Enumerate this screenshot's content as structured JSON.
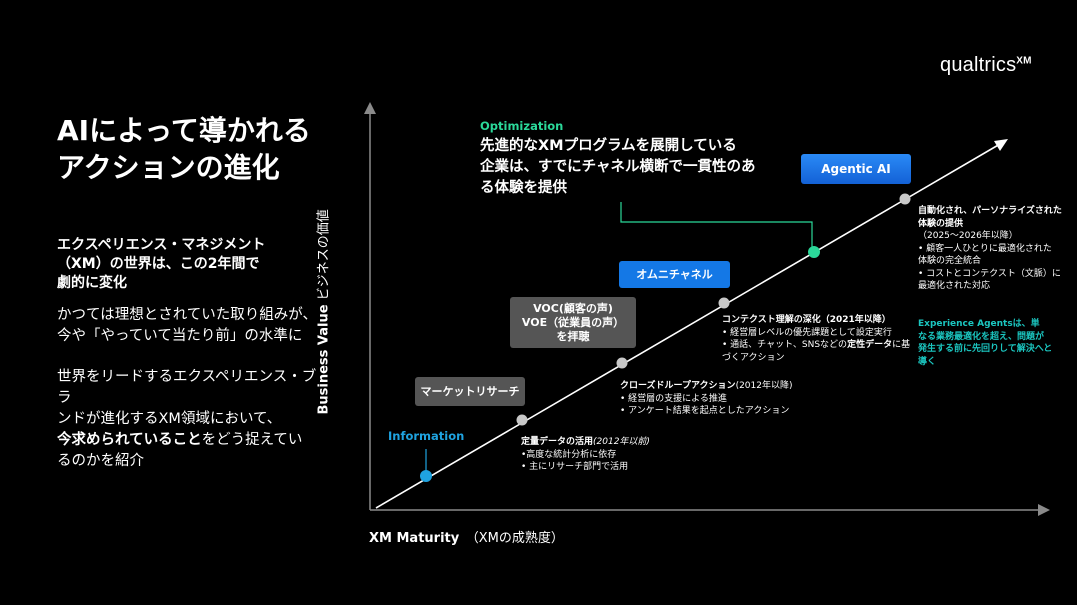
{
  "logo": {
    "text": "qualtrics",
    "sup": "XM"
  },
  "title": {
    "line1": "AIによって導かれる",
    "line2": "アクションの進化"
  },
  "subtitle": {
    "line1": "エクスペリエンス・マネジメント",
    "line2": "（XM）の世界は、この2年間で",
    "line3": "劇的に変化"
  },
  "para1": {
    "line1": "かつては理想とされていた取り組みが、",
    "line2": "今や「やっていて当たり前」の水準に"
  },
  "para2": {
    "line1": "世界をリードするエクスペリエンス・ブラ",
    "line2": "ンドが進化するXM領域において、",
    "line3_bold": "今求められていること",
    "line3_rest": "をどう捉えてい",
    "line4": "るのかを紹介"
  },
  "axes": {
    "y_bold": "Business Value",
    "y_rest": " ビジネスの価値",
    "x_bold": "XM Maturity",
    "x_rest": "　（XMの成熟度）"
  },
  "stages": {
    "information": "Information",
    "optimization": "Optimization"
  },
  "optimization_text": {
    "line1": "先進的なXMプログラムを展開している",
    "line2": "企業は、すでにチャネル横断で一貫性のあ",
    "line3": "る体験を提供"
  },
  "boxes": {
    "market_research": "マーケットリサーチ",
    "voc_line1": "VOC(顧客の声)",
    "voc_line2": "VOE（従業員の声）",
    "voc_line3": "を拝聴",
    "omnichannel": "オムニチャネル",
    "agentic": "Agentic AI"
  },
  "notes": {
    "quant": {
      "head": "定量データの活用",
      "period": "(2012年以前)",
      "b1": "•高度な統計分析に依存",
      "b2": "• 主にリサーチ部門で活用"
    },
    "closed": {
      "head": "クローズドループアクション",
      "period": "(2012年以降)",
      "b1": "• 経営層の支援による推進",
      "b2": "• アンケート結果を起点としたアクション"
    },
    "context": {
      "head": "コンテクスト理解の深化（2021年以降）",
      "b1": "• 経営層レベルの優先課題として設定実行",
      "b2a": "• 通話、チャット、SNSなどの",
      "b2b": "定性データ",
      "b2c": "に基",
      "b3": "づくアクション"
    },
    "auto": {
      "head1": "自動化され、パーソナライズされた",
      "head2": "体験の提供",
      "period": "（2025～2026年以降）",
      "b1": "• 顧客一人ひとりに最適化された",
      "b2": "体験の完全統合",
      "b3": "• コストとコンテクスト（文脈）に",
      "b4": "最適化された対応"
    },
    "agents": {
      "line1": "Experience Agentsは、単",
      "line2": "なる業務最適化を超え、問題が",
      "line3": "発生する前に先回りして解決へと",
      "line4": "導く"
    }
  },
  "colors": {
    "background": "#000000",
    "info_blue": "#1fa3e0",
    "optimization_green": "#2bd99a",
    "omni_blue": "#1478e6",
    "gray_box": "#555555",
    "agents_teal": "#1bc6c0",
    "dot_gray": "#c8c8c8"
  }
}
